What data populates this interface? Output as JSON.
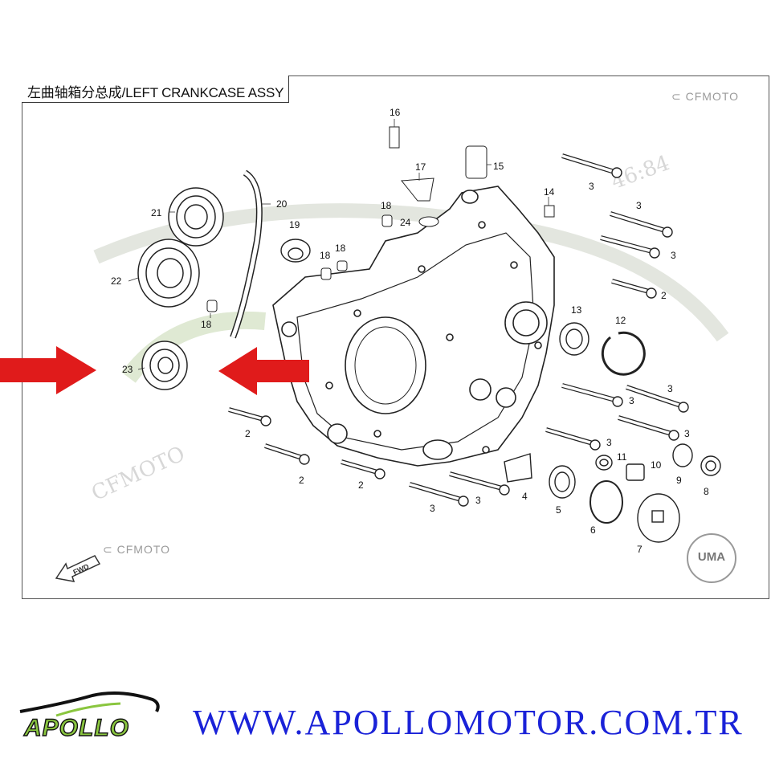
{
  "diagram": {
    "title": "左曲轴箱分总成/LEFT CRANKCASE ASSY",
    "brand_top": "CFMOTO",
    "brand_bottom": "CFMOTO",
    "fwd_label": "FWD",
    "uma_label": "UMA",
    "callouts": [
      "16",
      "17",
      "15",
      "3",
      "14",
      "18",
      "24",
      "21",
      "20",
      "19",
      "18",
      "3",
      "22",
      "3",
      "18",
      "13",
      "12",
      "2",
      "23",
      "3",
      "3",
      "2",
      "3",
      "11",
      "10",
      "9",
      "8",
      "2",
      "2",
      "3",
      "3",
      "4",
      "5",
      "6",
      "7"
    ],
    "arrow_color": "#e01b1b"
  },
  "footer": {
    "logo_text": "APOLLO",
    "url": "WWW.APOLLOMOTOR.COM.TR",
    "url_color": "#1a22d8",
    "logo_color": "#8ac63f"
  }
}
